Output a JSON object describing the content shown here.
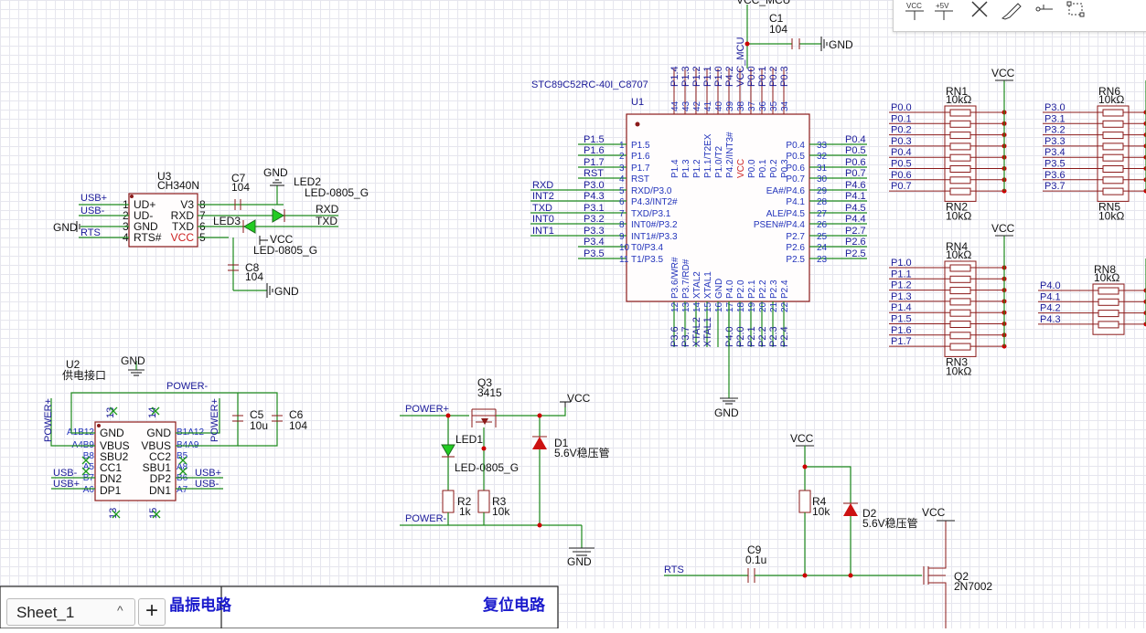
{
  "sheet": {
    "tab_label": "Sheet_1",
    "tab_arrow": "^",
    "add_label": "+"
  },
  "toolbar": {
    "vcc": "VCC",
    "p5v": "+5V",
    "noconnect_icon": "x-icon",
    "probe_icon": "probe-icon",
    "pin_icon": "pin-icon",
    "select_icon": "select-icon"
  },
  "titles": {
    "block_left": "晶振电路",
    "block_right": "复位电路"
  },
  "mcu": {
    "name": "STC89C52RC-40I_C8707",
    "ref": "U1",
    "top_nets": [
      "P1.4",
      "P1.3",
      "P1.2",
      "P1.1",
      "P1.0",
      "P4.2",
      "VCC_MCU",
      "P0.0",
      "P0.1",
      "P0.2",
      "P0.3"
    ],
    "top_pins": [
      "44",
      "43",
      "42",
      "41",
      "40",
      "39",
      "38",
      "37",
      "36",
      "35",
      "34"
    ],
    "top_names": [
      "P1.4",
      "P1.3",
      "P1.2",
      "P1.1/T2EX",
      "P1.0/T2",
      "P4.2/INT3#",
      "VCC",
      "P0.0",
      "P0.1",
      "P0.2",
      "P0.3"
    ],
    "left_pins": [
      "1",
      "2",
      "3",
      "4",
      "5",
      "6",
      "7",
      "8",
      "9",
      "10",
      "11"
    ],
    "left_names": [
      "P1.5",
      "P1.6",
      "P1.7",
      "RST",
      "RXD/P3.0",
      "P4.3/INT2#",
      "TXD/P3.1",
      "INT0#/P3.2",
      "INT1#/P3.3",
      "T0/P3.4",
      "T1/P3.5"
    ],
    "left_nets": [
      "P1.5",
      "P1.6",
      "P1.7",
      "RST",
      "P3.0",
      "P4.3",
      "P3.1",
      "P3.2",
      "P3.3",
      "P3.4",
      "P3.5"
    ],
    "left_far_nets": [
      "RXD",
      "INT2",
      "TXD",
      "INT0",
      "INT1"
    ],
    "right_pins": [
      "33",
      "32",
      "31",
      "30",
      "29",
      "28",
      "27",
      "26",
      "25",
      "24",
      "23"
    ],
    "right_names": [
      "P0.4",
      "P0.5",
      "P0.6",
      "P0.7",
      "EA#/P4.6",
      "P4.1",
      "ALE/P4.5",
      "PSEN#/P4.4",
      "P2.7",
      "P2.6",
      "P2.5"
    ],
    "right_nets": [
      "P0.4",
      "P0.5",
      "P0.6",
      "P0.7",
      "P4.6",
      "P4.1",
      "P4.5",
      "P4.4",
      "P2.7",
      "P2.6",
      "P2.5"
    ],
    "bottom_pins": [
      "12",
      "13",
      "14",
      "15",
      "16",
      "17",
      "18",
      "19",
      "20",
      "21",
      "22"
    ],
    "bottom_names": [
      "P3.6/WR#",
      "P3.7/RD#",
      "XTAL2",
      "XTAL1",
      "GND",
      "P4.0",
      "P2.0",
      "P2.1",
      "P2.2",
      "P2.3",
      "P2.4"
    ],
    "bottom_nets": [
      "P3.6",
      "P3.7",
      "XTAL2",
      "XTAL1",
      "",
      "P4.0",
      "P2.0",
      "P2.1",
      "P2.2",
      "P2.3",
      "P2.4"
    ],
    "gnd": "GND"
  },
  "c1": {
    "ref": "C1",
    "value": "104",
    "gnd": "GND"
  },
  "ch340": {
    "ref": "U3",
    "name": "CH340N",
    "left_names": [
      "UD+",
      "UD-",
      "GND",
      "RTS#"
    ],
    "left_pins": [
      "1",
      "2",
      "3",
      "4"
    ],
    "right_names": [
      "V3",
      "RXD",
      "TXD",
      "VCC"
    ],
    "right_pins": [
      "8",
      "7",
      "6",
      "5"
    ],
    "nets_left": [
      "USB+",
      "USB-",
      "GND",
      "RTS"
    ]
  },
  "c7": {
    "ref": "C7",
    "value": "104",
    "gnd": "GND"
  },
  "led2": {
    "ref": "LED2",
    "value": "LED-0805_G",
    "nets": [
      "RXD",
      "TXD"
    ]
  },
  "led3": {
    "ref": "LED3",
    "value": "LED-0805_G",
    "vcc": "VCC"
  },
  "c8": {
    "ref": "C8",
    "value": "104",
    "gnd": "GND"
  },
  "usbc": {
    "ref": "U2",
    "name": "供电接口",
    "gnd": "GND",
    "left_pin_names": [
      "GND",
      "VBUS",
      "SBU2",
      "CC1",
      "DN2",
      "DP1"
    ],
    "right_pin_names": [
      "GND",
      "VBUS",
      "CC2",
      "SBU1",
      "DP2",
      "DN1"
    ],
    "left_pins": [
      "A1B12",
      "A4B9",
      "B8",
      "A5",
      "B7",
      "A6"
    ],
    "right_pins": [
      "B1A12",
      "B4A9",
      "B5",
      "A8",
      "B6",
      "A7"
    ],
    "top_pins": [
      "13",
      "14"
    ],
    "bottom_pins": [
      "13",
      "15"
    ],
    "nets": [
      "POWER+",
      "POWER-",
      "POWER+",
      "USB-",
      "USB+",
      "USB+",
      "USB-"
    ]
  },
  "c5": {
    "ref": "C5",
    "value": "10u"
  },
  "c6": {
    "ref": "C6",
    "value": "104"
  },
  "power": {
    "q3_ref": "Q3",
    "q3_value": "3415",
    "vcc": "VCC",
    "gnd": "GND",
    "net_in": "POWER+",
    "net_out": "POWER-",
    "led1_ref": "LED1",
    "led1_value": "LED-0805_G",
    "r2_ref": "R2",
    "r2_value": "1k",
    "r3_ref": "R3",
    "r3_value": "10k",
    "d1_ref": "D1",
    "d1_value": "5.6V稳压管"
  },
  "rn": [
    {
      "ref": "RN1",
      "value": "10kΩ",
      "nets": [
        "P0.0",
        "P0.1",
        "P0.2",
        "P0.3",
        "P0.4",
        "P0.5",
        "P0.6",
        "P0.7"
      ]
    },
    {
      "ref": "RN2",
      "value": "10kΩ"
    },
    {
      "ref": "RN6",
      "value": "10kΩ",
      "nets": [
        "P3.0",
        "P3.1",
        "P3.2",
        "P3.3",
        "P3.4",
        "P3.5",
        "P3.6",
        "P3.7"
      ]
    },
    {
      "ref": "RN5",
      "value": "10kΩ"
    },
    {
      "ref": "RN4",
      "value": "10kΩ",
      "nets": [
        "P1.0",
        "P1.1",
        "P1.2",
        "P1.3",
        "P1.4",
        "P1.5",
        "P1.6",
        "P1.7"
      ]
    },
    {
      "ref": "RN3",
      "value": "10kΩ"
    },
    {
      "ref": "RN8",
      "value": "10kΩ",
      "nets": [
        "P4.0",
        "P4.1",
        "P4.2",
        "P4.3"
      ]
    }
  ],
  "rn_vcc": "VCC",
  "reset": {
    "vcc": "VCC",
    "r4_ref": "R4",
    "r4_value": "10k",
    "d2_ref": "D2",
    "d2_value": "5.6V稳压管",
    "c9_ref": "C9",
    "c9_value": "0.1u",
    "net": "RTS",
    "q2_ref": "Q2",
    "q2_value": "2N7002"
  }
}
